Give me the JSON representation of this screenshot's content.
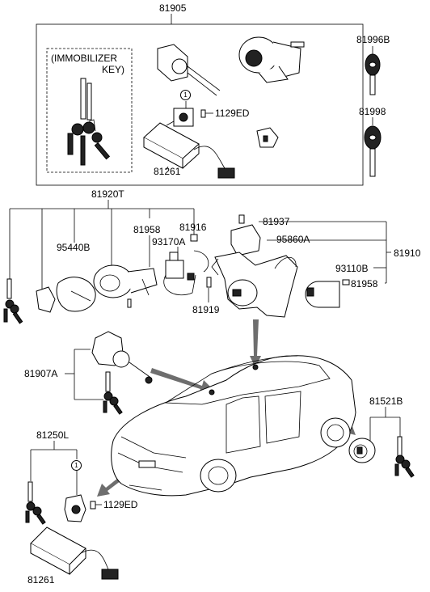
{
  "labels": {
    "p81905": "81905",
    "immobilizer_line1": "(IMMOBILIZER",
    "immobilizer_line2": "KEY)",
    "p1129ED_top": "1129ED",
    "p81261_top": "81261",
    "p81996B": "81996B",
    "p81998": "81998",
    "p81920T": "81920T",
    "p95440B": "95440B",
    "p81958_left": "81958",
    "p81916": "81916",
    "p93170A": "93170A",
    "p81937": "81937",
    "p95860A": "95860A",
    "p81910": "81910",
    "p93110B": "93110B",
    "p81958_right": "81958",
    "p81919": "81919",
    "p81907A": "81907A",
    "p81521B": "81521B",
    "p81250L": "81250L",
    "p1129ED_bottom": "1129ED",
    "p81261_bottom": "81261",
    "circle1_top": "1",
    "circle1_bottom": "1"
  },
  "colors": {
    "line": "#000000",
    "arrow": "#6e6e6e",
    "background": "#ffffff"
  }
}
